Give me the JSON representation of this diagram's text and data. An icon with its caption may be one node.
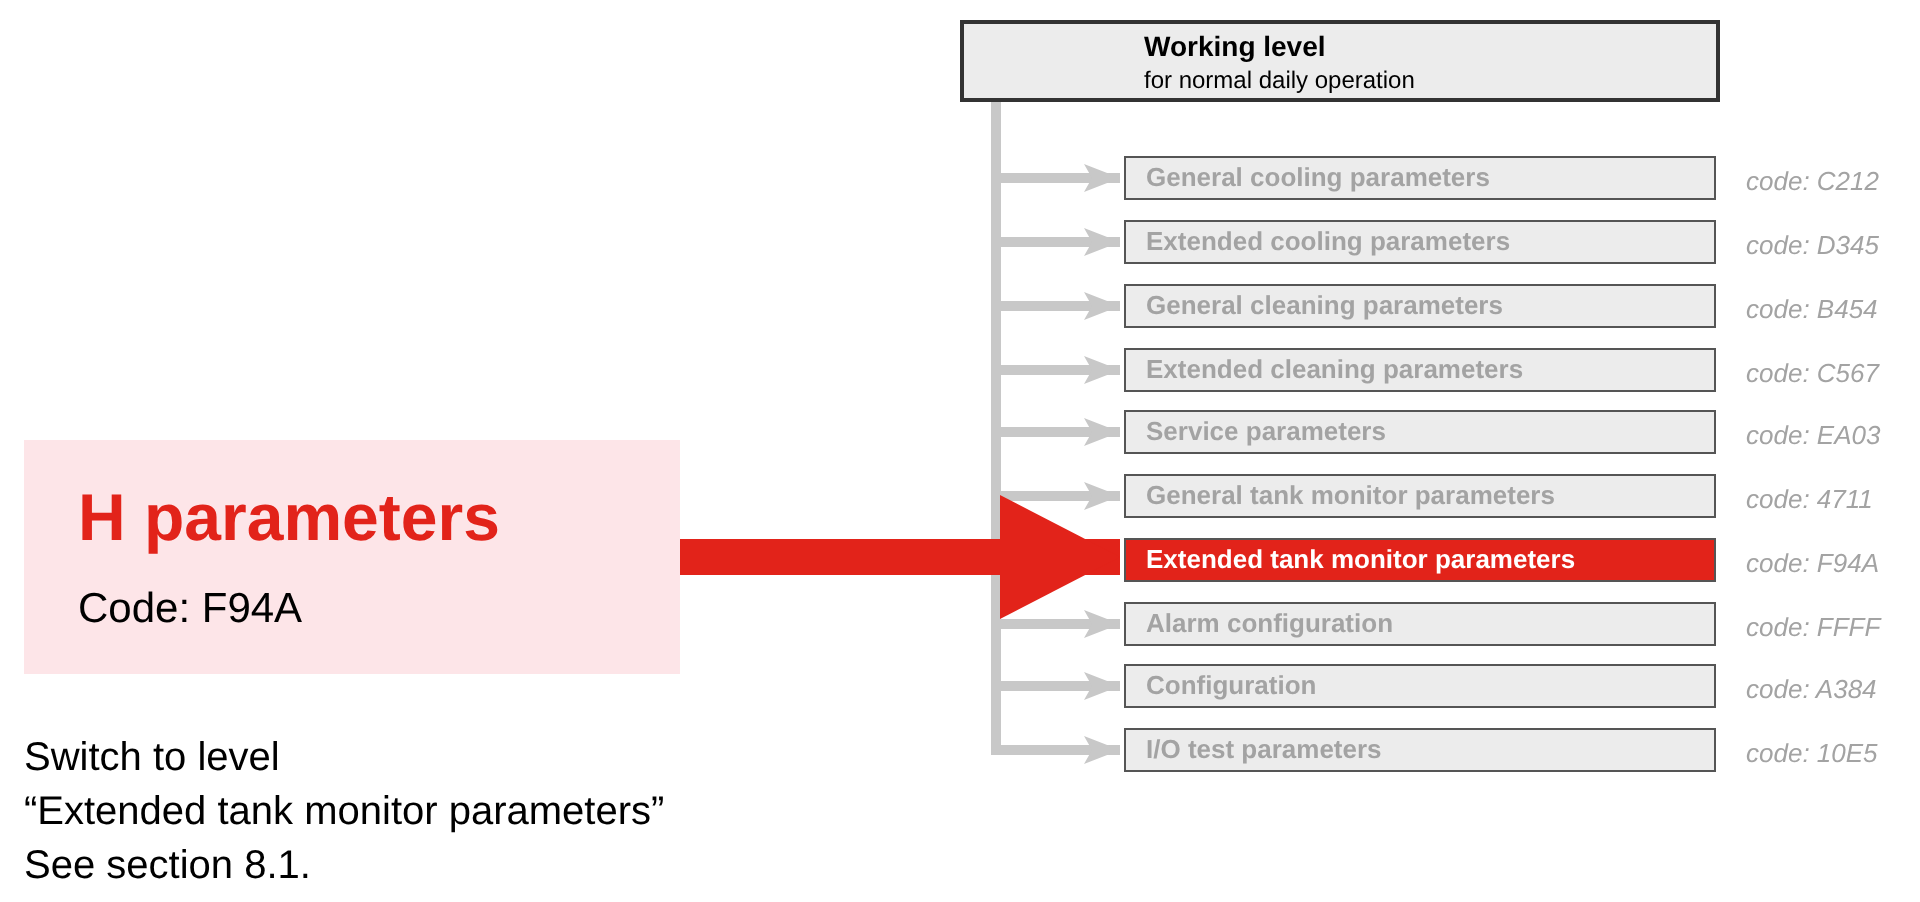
{
  "diagram": {
    "nodes": [
      {
        "text": [
          "Working level",
          "for normal daily operation"
        ]
      },
      {
        "text": [
          "General cooling parameters"
        ],
        "beside": [
          "code: C212"
        ]
      },
      {
        "text": [
          "Extended cooling parameters"
        ],
        "beside": [
          "code: D345"
        ]
      },
      {
        "text": [
          "General cleaning parameters"
        ],
        "beside": [
          "code: B454"
        ]
      },
      {
        "text": [
          "Extended cleaning parameters"
        ],
        "beside": [
          "code: C567"
        ]
      },
      {
        "text": [
          "Service parameters"
        ],
        "beside": [
          "code: EA03"
        ]
      },
      {
        "text": [
          "General tank monitor parameters"
        ],
        "beside": [
          "code: 4711"
        ]
      },
      {
        "text": [
          "Extended tank monitor parameters"
        ],
        "beside": [
          "code: F94A"
        ]
      },
      {
        "text": [
          "Alarm configuration"
        ],
        "beside": [
          "code: FFFF"
        ]
      },
      {
        "text": [
          "Configuration"
        ],
        "beside": [
          "code: A384"
        ]
      },
      {
        "text": [
          "I/O test parameters"
        ],
        "beside": [
          "code: 10E5"
        ]
      },
      {
        "text": [
          "H parameters",
          "Code: F94A"
        ]
      }
    ],
    "edges": [
      {
        "from": 0,
        "to": 1,
        "arrow": "to"
      },
      {
        "from": 0,
        "to": 2,
        "arrow": "to"
      },
      {
        "from": 0,
        "to": 3,
        "arrow": "to"
      },
      {
        "from": 0,
        "to": 4,
        "arrow": "to"
      },
      {
        "from": 0,
        "to": 5,
        "arrow": "to"
      },
      {
        "from": 0,
        "to": 6,
        "arrow": "to"
      },
      {
        "from": 0,
        "to": 8,
        "arrow": "to"
      },
      {
        "from": 0,
        "to": 9,
        "arrow": "to"
      },
      {
        "from": 0,
        "to": 10,
        "arrow": "to"
      },
      {
        "from": 11,
        "to": 7,
        "arrow": "to",
        "style": "thick",
        "color": "#e2231a"
      }
    ],
    "labels": [
      "Switch to level",
      "“Extended tank monitor parameters”",
      "See section 8.1."
    ]
  }
}
